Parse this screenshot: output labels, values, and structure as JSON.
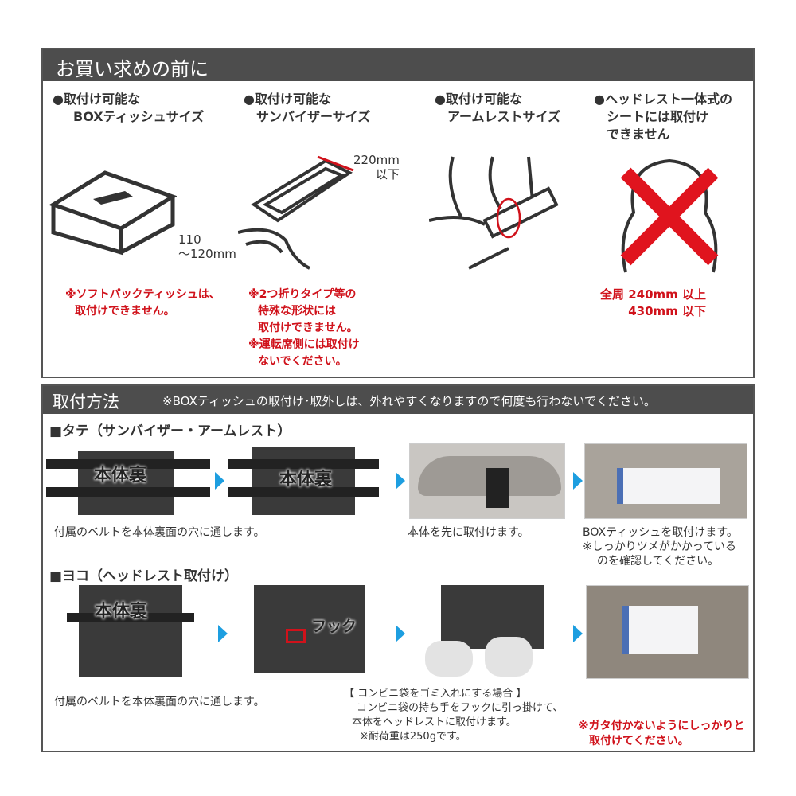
{
  "before": {
    "title": "お買い求めの前に",
    "columns": [
      {
        "heading": [
          "●取付け可能な",
          "BOXティッシュサイズ"
        ],
        "dimension": [
          "110",
          "～120mm"
        ],
        "notes": [
          "※ソフトパックティッシュは、",
          "取付けできません。"
        ]
      },
      {
        "heading": [
          "●取付け可能な",
          "サンバイザーサイズ"
        ],
        "dimension": [
          "220mm",
          "以下"
        ],
        "notes": [
          "※2つ折りタイプ等の",
          "特殊な形状には",
          "取付けできません。",
          "※運転席側には取付け",
          "ないでください。"
        ]
      },
      {
        "heading": [
          "●取付け可能な",
          "アームレストサイズ"
        ]
      },
      {
        "heading": [
          "●ヘッドレスト一体式の",
          "シートには取付け",
          "できません"
        ],
        "notes": [
          "全周 240mm 以上",
          "430mm 以下"
        ]
      }
    ]
  },
  "method": {
    "title": "取付方法",
    "note": "※BOXティッシュの取付け･取外しは、外れやすくなりますので何度も行わないでください。",
    "vertical": {
      "heading": "■タテ（サンバイザー・アームレスト）",
      "photo_labels": [
        "本体裏",
        "本体裏"
      ],
      "captions": [
        "付属のベルトを本体裏面の穴に通します。",
        "本体を先に取付けます。",
        "BOXティッシュを取付けます。",
        "※しっかりツメがかかっている",
        "のを確認してください。"
      ]
    },
    "horizontal": {
      "heading": "■ヨコ（ヘッドレスト取付け）",
      "photo_labels": [
        "本体裏",
        "フック"
      ],
      "captions": [
        "付属のベルトを本体裏面の穴に通します。",
        "【 コンビニ袋をゴミ入れにする場合 】",
        "コンビニ袋の持ち手をフックに引っ掛けて、",
        "本体をヘッドレストに取付けます。",
        "※耐荷重は250gです。"
      ],
      "warning": [
        "※ガタ付かないようにしっかりと",
        "取付けてください。"
      ]
    }
  },
  "colors": {
    "bar": "#4d4d4d",
    "red": "#d0121b",
    "arrow": "#1d9ee0"
  }
}
